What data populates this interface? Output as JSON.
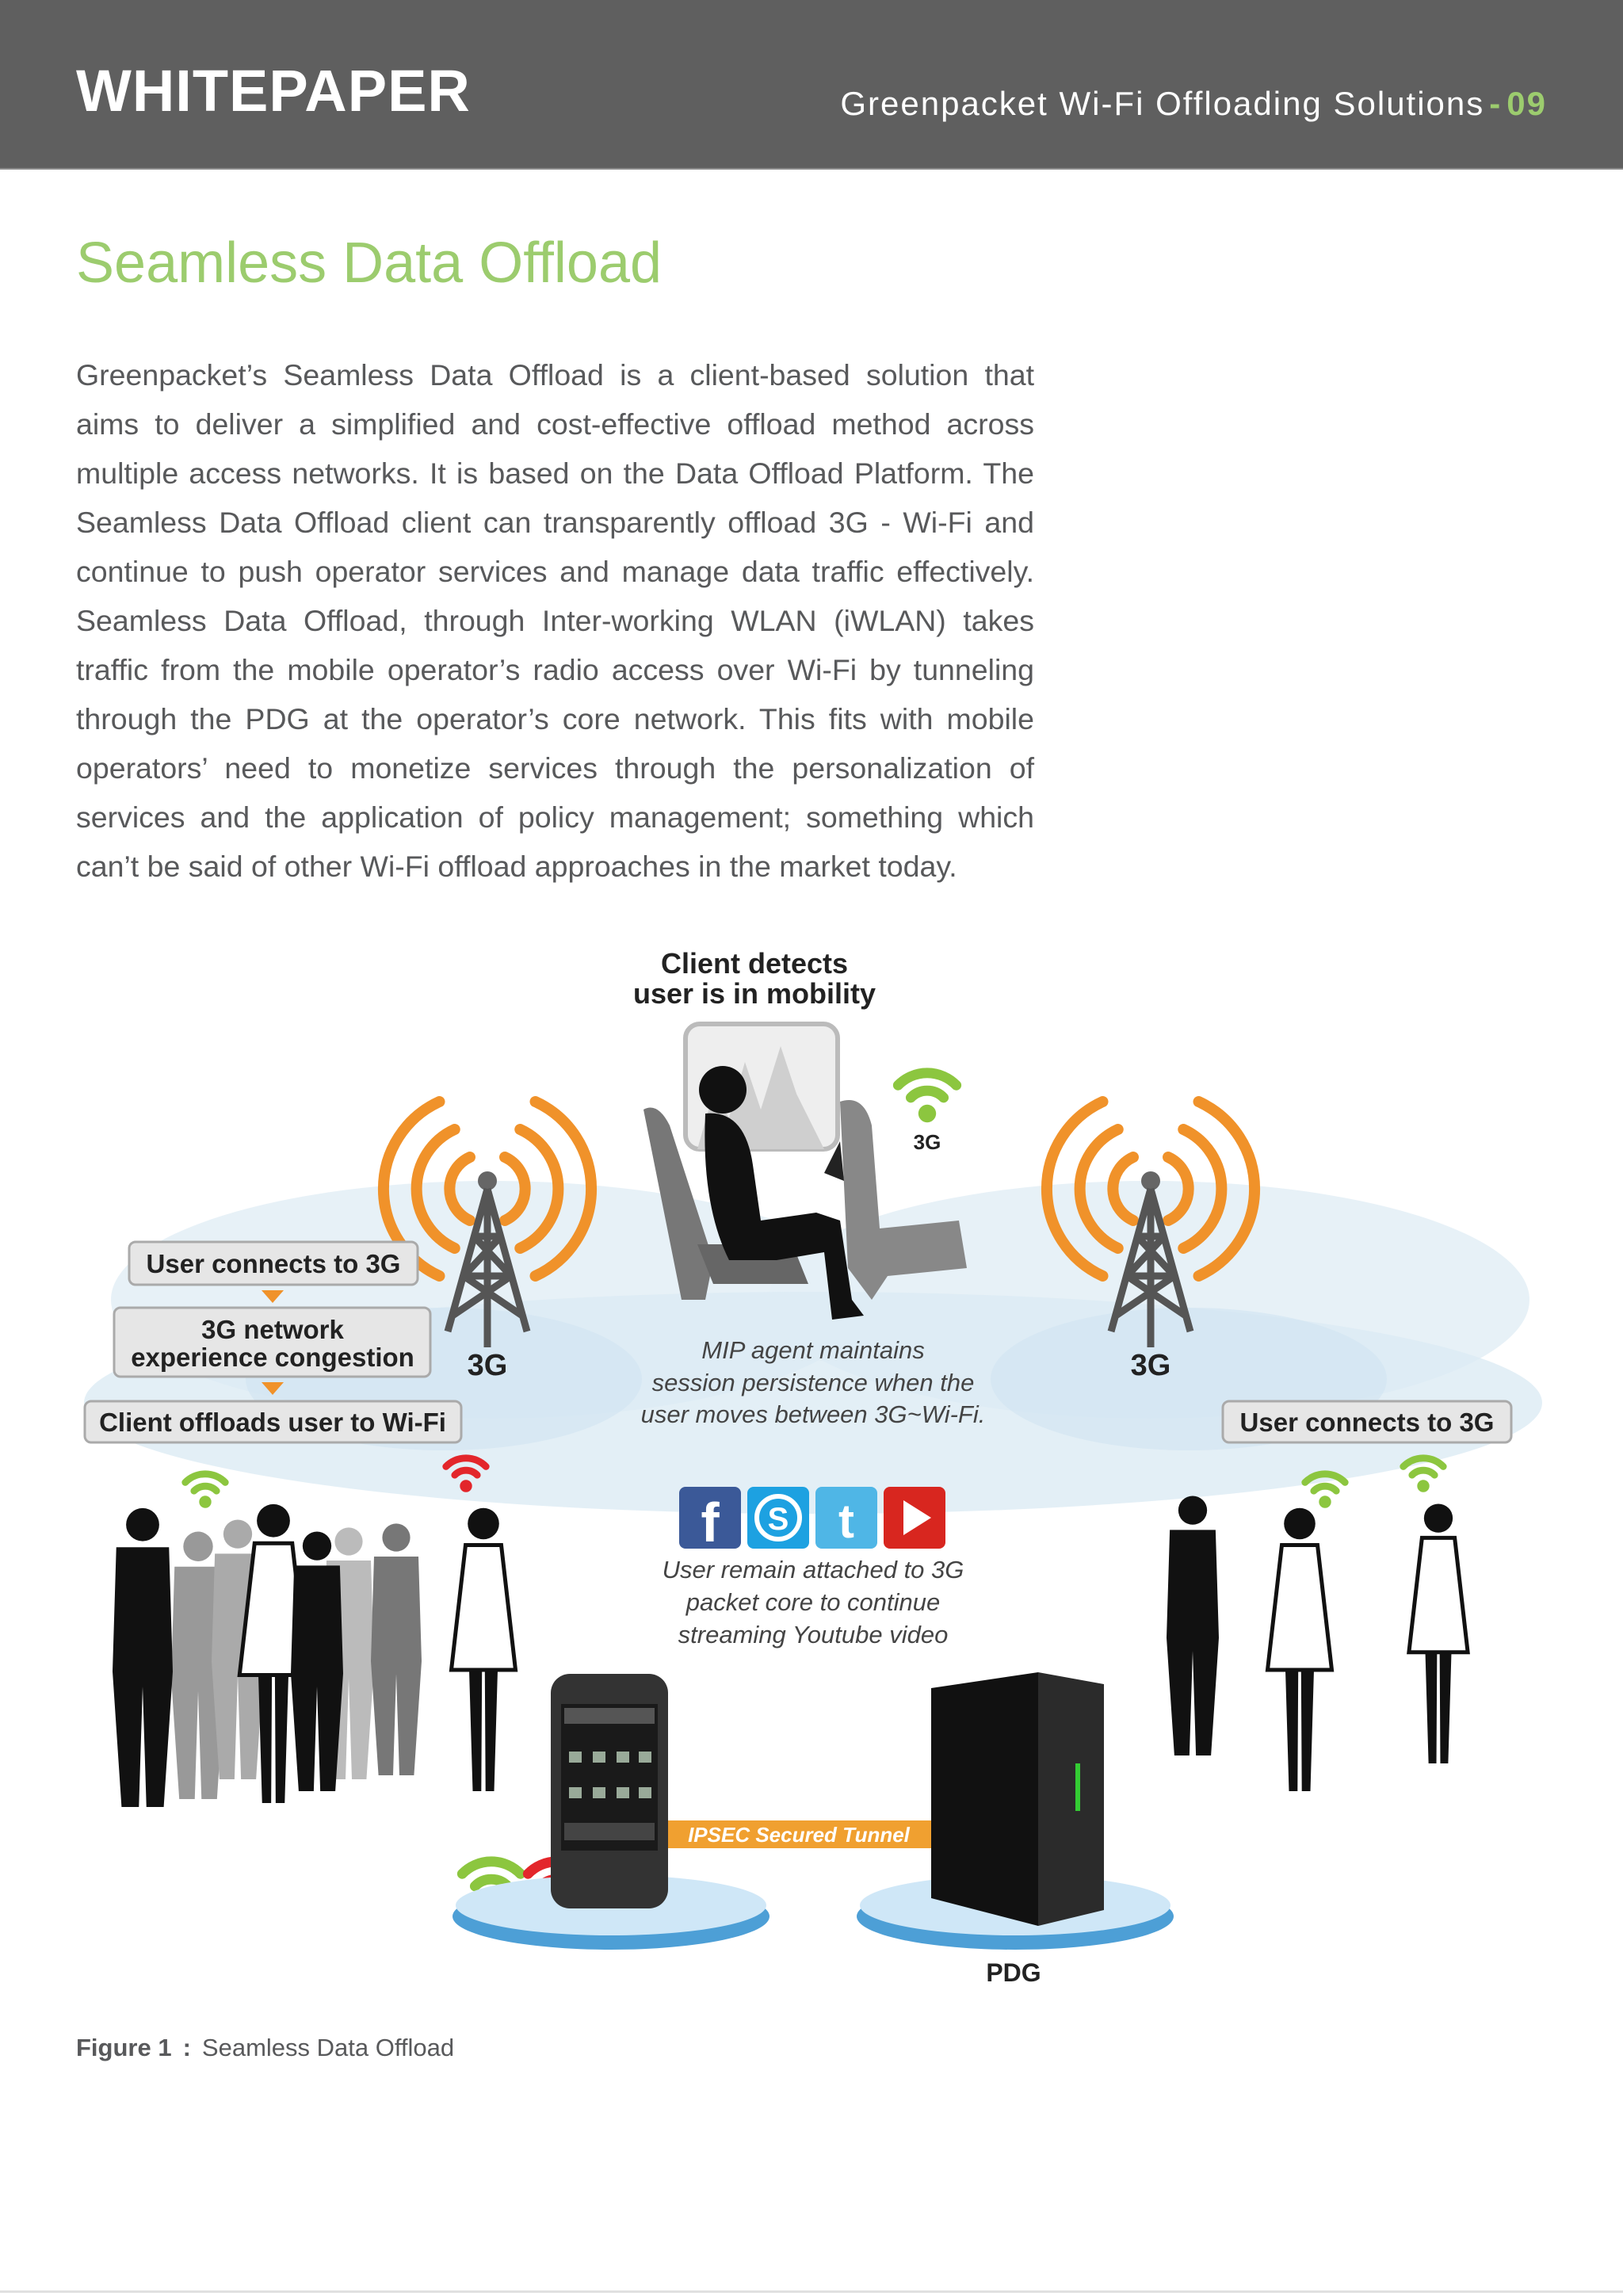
{
  "header": {
    "brand": "WHITEPAPER",
    "running_title": "Greenpacket Wi-Fi Offloading Solutions",
    "separator": "-",
    "page_number": "09"
  },
  "section": {
    "title": "Seamless Data Offload",
    "body": "Greenpacket’s Seamless Data Offload is a client-based solution that aims to deliver a simplified and cost-effective offload method across multiple access networks. It is based on the Data Offload Platform. The Seamless Data Offload client can transparently offload 3G - Wi-Fi and continue to push operator services and manage data traffic effectively. Seamless Data Offload, through Inter-working WLAN (iWLAN) takes traffic from the mobile operator’s radio access over Wi-Fi by tunneling through the PDG at the operator’s core network. This fits with mobile operators’ need to monetize services through the personalization of services and the application of policy management; something which can’t be said of other Wi-Fi offload approaches in the market today."
  },
  "figure": {
    "top_label_line1": "Client detects",
    "top_label_line2": "user is in mobility",
    "wifi_3g_label": "3G",
    "tower_left_label": "3G",
    "tower_right_label": "3G",
    "step1": "User connects to 3G",
    "step2_line1": "3G network",
    "step2_line2": "experience congestion",
    "step3": "Client offloads user to Wi-Fi",
    "right_step": "User connects to 3G",
    "mip_line1": "MIP agent maintains",
    "mip_line2": "session persistence when the",
    "mip_line3": "user moves between 3G~Wi-Fi.",
    "apps": [
      "facebook-icon",
      "skype-icon",
      "twitter-icon",
      "youtube-icon"
    ],
    "remain_line1": "User remain attached to 3G",
    "remain_line2": "packet core to continue",
    "remain_line3": "streaming Youtube video",
    "tunnel_label": "IPSEC Secured Tunnel",
    "pdg_label": "PDG",
    "colors": {
      "orange": "#f0922a",
      "wifi_green": "#8cc63f",
      "wifi_red": "#e3262b",
      "cloud": "#e2eef6",
      "platform": "#5aa9dc"
    }
  },
  "caption": {
    "label": "Figure 1",
    "colon": ":",
    "text": "Seamless Data Offload"
  }
}
